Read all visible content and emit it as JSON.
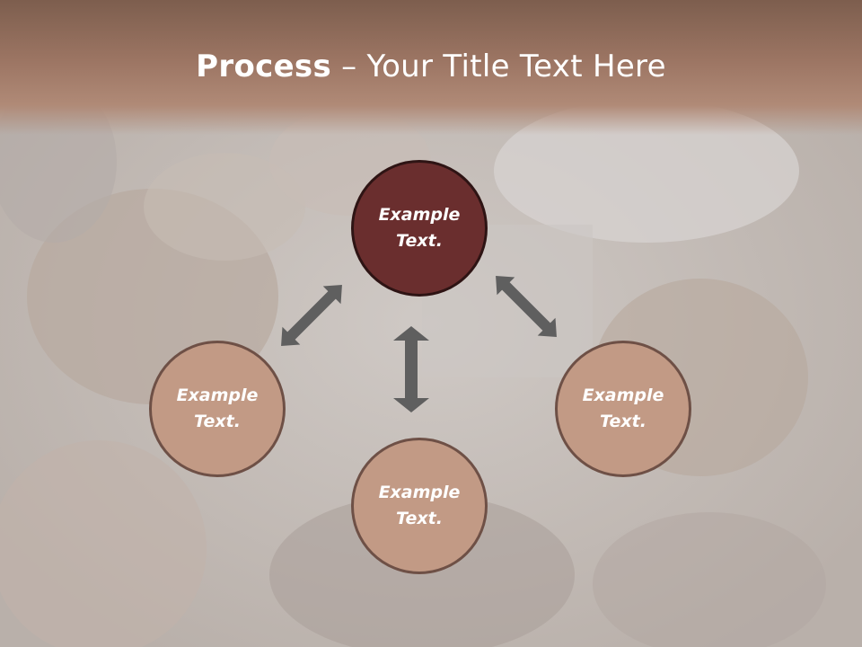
{
  "title": {
    "bold": "Process",
    "rest": " – Your Title Text Here"
  },
  "nodes": {
    "top": "Example Text.",
    "left": "Example Text.",
    "right": "Example Text.",
    "bottom": "Example Text."
  },
  "colors": {
    "header": "#9c7563",
    "primary_node": "#6a2e2e",
    "secondary_node": "#c29a85",
    "arrow": "#5f5f5f"
  },
  "icons": [
    "double-arrow-icon"
  ]
}
